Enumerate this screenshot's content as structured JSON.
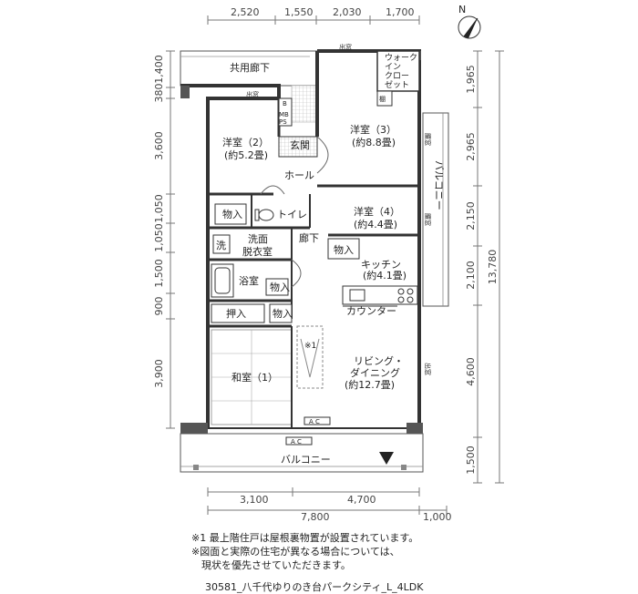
{
  "compass": {
    "label": "N"
  },
  "dims_top": [
    "2,520",
    "1,550",
    "2,030",
    "1,700"
  ],
  "dims_bottom_1": [
    "3,100",
    "4,700"
  ],
  "dims_bottom_2": [
    "7,800",
    "1,000"
  ],
  "dims_left": [
    "1,400",
    "380",
    "3,600",
    "1,050",
    "1,050",
    "1,500",
    "900",
    "3,900"
  ],
  "dims_right": [
    "1,965",
    "2,965",
    "2,150",
    "2,100",
    "4,600",
    "1,500"
  ],
  "dims_right_total": "13,780",
  "rooms": {
    "corridor_common": "共用廊下",
    "walkin_1": "ウォーク",
    "walkin_2": "イン",
    "walkin_3": "クロー",
    "walkin_4": "ゼット",
    "western2_name": "洋室（2）",
    "western2_size": "(約5.2畳)",
    "western3_name": "洋室（3）",
    "western3_size": "(約8.8畳)",
    "entrance": "玄関",
    "hall": "ホール",
    "storage_a": "物入",
    "toilet": "トイレ",
    "western4_name": "洋室（4）",
    "western4_size": "(約4.4畳)",
    "wash": "洗",
    "washroom_1": "洗面",
    "washroom_2": "脱衣室",
    "corridor": "廊下",
    "storage_b": "物入",
    "kitchen_name": "キッチン",
    "kitchen_size": "(約4.1畳)",
    "bath": "浴室",
    "storage_c": "物入",
    "oshiire": "押入",
    "storage_d": "物入",
    "counter": "カウンター",
    "note_mark": "※1",
    "living_1": "リビング・",
    "living_2": "ダイニング",
    "living_3": "(約12.7畳)",
    "japanese": "和室（1）",
    "balcony_south": "バルコニー",
    "balcony_east": "バルコニー",
    "ac_1": "A C",
    "ac_2": "A C",
    "window_a": "出窓",
    "window_b": "出窓",
    "window_c": "出窓",
    "kiriko_1": "腰窓",
    "kiriko_2": "腰窓",
    "mb": "MB",
    "ps": "PS",
    "b_mark": "B",
    "tana": "棚"
  },
  "notes": [
    "※1 最上階住戸は屋根裏物置が設置されています。",
    "※図面と実際の住宅が異なる場合については、",
    "　現状を優先させていただきます。"
  ],
  "caption": "30581_八千代ゆりのき台パークシティ_L_4LDK"
}
